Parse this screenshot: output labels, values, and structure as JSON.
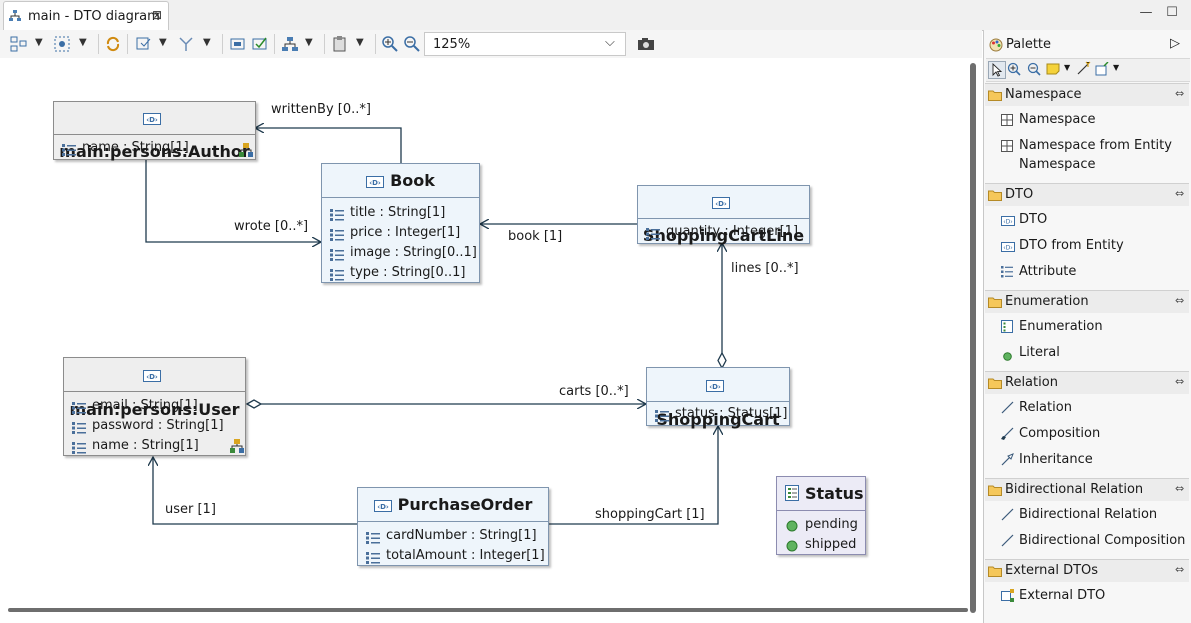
{
  "tab": {
    "title": "main - DTO diagram",
    "close": "⊠"
  },
  "window": {
    "minimize": "—",
    "maximize": "☐"
  },
  "toolbar": {
    "zoom_value": "125%"
  },
  "diagram": {
    "author": {
      "title": "main:persons:Author",
      "attrs": [
        "name : String[1]"
      ]
    },
    "book": {
      "title": "Book",
      "attrs": [
        "title : String[1]",
        "price : Integer[1]",
        "image : String[0..1]",
        "type : String[0..1]"
      ]
    },
    "cartline": {
      "title": "ShoppingCartLine",
      "attrs": [
        "quantity : Integer[1]"
      ]
    },
    "user": {
      "title": "main:persons:User",
      "attrs": [
        "email : String[1]",
        "password : String[1]",
        "name : String[1]"
      ]
    },
    "cart": {
      "title": "ShoppingCart",
      "attrs": [
        "status : Status[1]"
      ]
    },
    "order": {
      "title": "PurchaseOrder",
      "attrs": [
        "cardNumber : String[1]",
        "totalAmount : Integer[1]"
      ]
    },
    "status": {
      "title": "Status",
      "literals": [
        "pending",
        "shipped"
      ]
    },
    "labels": {
      "writtenBy": "writtenBy [0..*]",
      "wrote": "wrote [0..*]",
      "book": "book [1]",
      "lines": "lines [0..*]",
      "carts": "carts [0..*]",
      "user": "user [1]",
      "shoppingCart": "shoppingCart [1]"
    }
  },
  "palette": {
    "title": "Palette",
    "drawers": [
      {
        "name": "Namespace",
        "items": [
          "Namespace",
          "Namespace from Entity",
          "Namespace"
        ]
      },
      {
        "name": "DTO",
        "items": [
          "DTO",
          "DTO from Entity",
          "Attribute"
        ]
      },
      {
        "name": "Enumeration",
        "items": [
          "Enumeration",
          "Literal"
        ]
      },
      {
        "name": "Relation",
        "items": [
          "Relation",
          "Composition",
          "Inheritance"
        ]
      },
      {
        "name": "Bidirectional Relation",
        "items": [
          "Bidirectional Relation",
          "Bidirectional Composition"
        ]
      },
      {
        "name": "External DTOs",
        "items": [
          "External DTO"
        ]
      }
    ]
  },
  "colors": {
    "entity_fill": "#eef5fb",
    "external_fill": "#eeeeee",
    "enum_fill": "#ecebf6",
    "edge": "#1f3a4d"
  }
}
